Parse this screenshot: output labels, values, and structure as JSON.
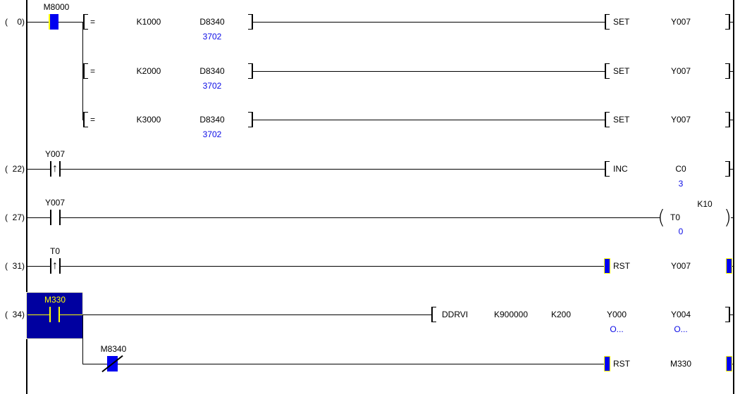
{
  "colors": {
    "active_fill": "#0000f0",
    "selection_fill": "#0000a0",
    "selection_accent": "#ffff00",
    "monitor_text": "#0a0ae6"
  },
  "icons": {
    "rising_edge": "↑",
    "coil_open": "(",
    "coil_close": ")"
  },
  "rung0": {
    "step": "(    0)",
    "contact_device": "M8000",
    "rows": [
      {
        "op": "=",
        "s1": "K1000",
        "s2": "D8340",
        "monitor": "3702",
        "out_op": "SET",
        "out_dev": "Y007"
      },
      {
        "op": "=",
        "s1": "K2000",
        "s2": "D8340",
        "monitor": "3702",
        "out_op": "SET",
        "out_dev": "Y007"
      },
      {
        "op": "=",
        "s1": "K3000",
        "s2": "D8340",
        "monitor": "3702",
        "out_op": "SET",
        "out_dev": "Y007"
      }
    ]
  },
  "rung22": {
    "step": "(  22)",
    "contact_device": "Y007",
    "op": "INC",
    "dev": "C0",
    "monitor": "3"
  },
  "rung27": {
    "step": "(  27)",
    "contact_device": "Y007",
    "coil_dev": "T0",
    "preset": "K10",
    "monitor": "0"
  },
  "rung31": {
    "step": "(  31)",
    "contact_device": "T0",
    "op": "RST",
    "dev": "Y007"
  },
  "rung34": {
    "step": "(  34)",
    "contact_device": "M330",
    "op": "DDRVI",
    "p1": "K900000",
    "p2": "K200",
    "p3": "Y000",
    "p4": "Y004",
    "m3": "O...",
    "m4": "O...",
    "sub": {
      "contact_device": "M8340",
      "op": "RST",
      "dev": "M330"
    }
  }
}
